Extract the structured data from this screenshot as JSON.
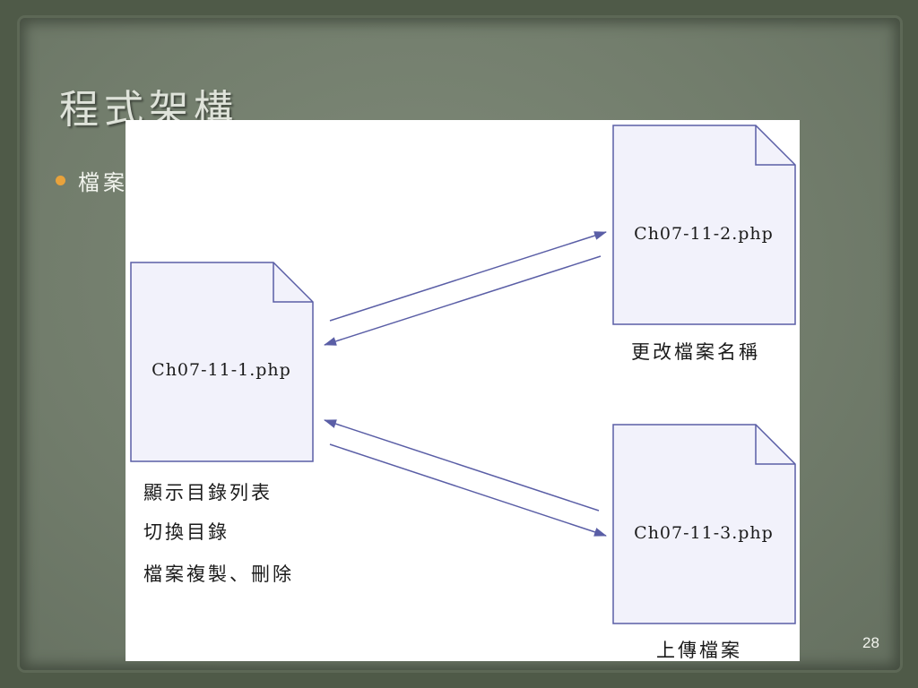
{
  "slide": {
    "title": "程式架構",
    "bullet": "檔案",
    "page_number": "28"
  },
  "diagram": {
    "files": [
      {
        "name": "Ch07-11-1.php"
      },
      {
        "name": "Ch07-11-2.php"
      },
      {
        "name": "Ch07-11-3.php"
      }
    ],
    "captions": {
      "main": [
        "顯示目錄列表",
        "切換目錄",
        "檔案複製、刪除"
      ],
      "rename": "更改檔案名稱",
      "upload": "上傳檔案"
    },
    "colors": {
      "doc_fill": "#f2f2fb",
      "doc_stroke": "#5a5ea6",
      "arrow": "#5a5ea6",
      "bullet": "#e8a23c"
    }
  }
}
